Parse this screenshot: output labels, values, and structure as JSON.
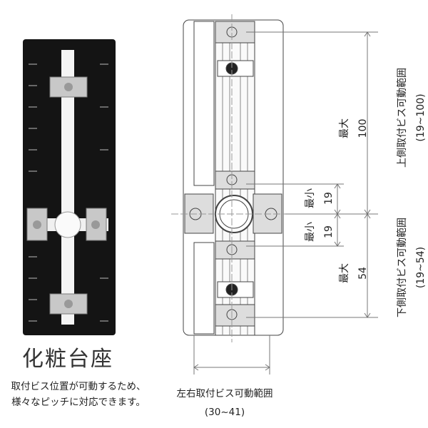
{
  "product_title": "化粧台座",
  "description": [
    "取付ビス位置が可動するため、",
    "様々なピッチに対応できます。"
  ],
  "horizontal_range": {
    "label": "左右取付ビス可動範囲",
    "range": "(30~41)"
  },
  "upper_range": {
    "label": "上側取付ビス可動範囲",
    "range": "(19~100)",
    "max_label": "最大",
    "max_value": "100",
    "min_label": "最小",
    "min_value": "19"
  },
  "lower_range": {
    "label": "下側取付ビス可動範囲",
    "range": "(19~54)",
    "max_label": "最大",
    "max_value": "54",
    "min_label": "最小",
    "min_value": "19"
  }
}
